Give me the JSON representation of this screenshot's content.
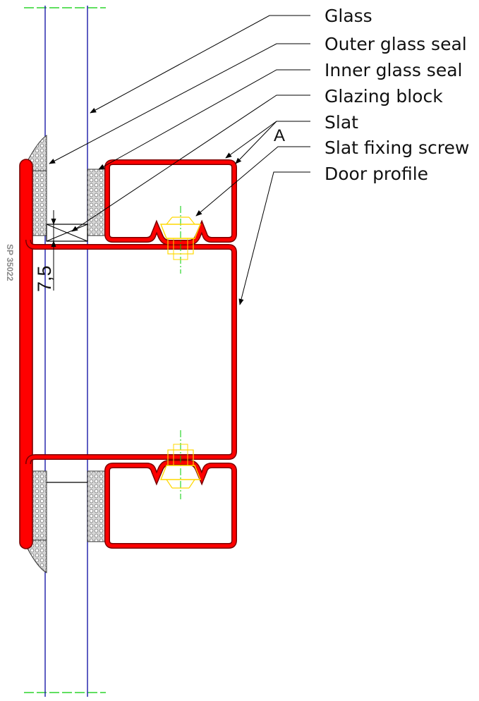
{
  "callouts": [
    {
      "id": "glass",
      "label": "Glass"
    },
    {
      "id": "outer-seal",
      "label": "Outer glass seal"
    },
    {
      "id": "inner-seal",
      "label": "Inner glass seal"
    },
    {
      "id": "glazing-block",
      "label": "Glazing block"
    },
    {
      "id": "slat",
      "label": "Slat"
    },
    {
      "id": "screw",
      "label": "Slat fixing screw"
    },
    {
      "id": "door-profile",
      "label": "Door profile"
    }
  ],
  "detail_marker": "A",
  "dimension": "7,5",
  "profile_code": "SP 35022",
  "colors": {
    "profile": "#ff0000",
    "glass": "#1a1aa8",
    "seal": "#c8c8c8",
    "screw": "#ffff00",
    "axis": "#00cc00",
    "leader": "#000000"
  }
}
